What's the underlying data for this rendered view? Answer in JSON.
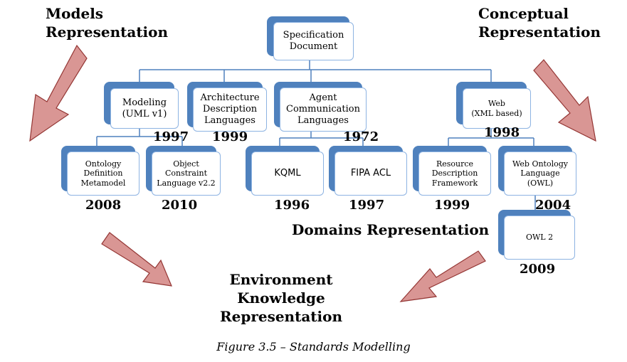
{
  "headings": {
    "models": [
      "Models",
      "Representation"
    ],
    "conceptual": [
      "Conceptual",
      "Representation"
    ],
    "domains": "Domains Representation",
    "environment": [
      "Environment",
      "Knowledge",
      "Representation"
    ]
  },
  "nodes": {
    "spec": [
      "Specification",
      "Document"
    ],
    "modeling": [
      "Modeling",
      "(UML v1)"
    ],
    "adl": [
      "Architecture",
      "Description",
      "Languages"
    ],
    "acl": [
      "Agent",
      "Communication",
      "Languages"
    ],
    "web": [
      "Web",
      "(XML based)"
    ],
    "odm": [
      "Ontology",
      "Definition",
      "Metamodel"
    ],
    "ocl": [
      "Object",
      "Constraint",
      "Language v2.2"
    ],
    "kqml": [
      "KQML"
    ],
    "fipa": [
      "FIPA ACL"
    ],
    "rdf": [
      "Resource",
      "Description",
      "Framework"
    ],
    "owl": [
      "Web Ontology",
      "Language",
      "(OWL)"
    ],
    "owl2": [
      "OWL 2"
    ]
  },
  "years": {
    "modeling": "1997",
    "adl": "1999",
    "acl": "1972",
    "web": "1998",
    "odm": "2008",
    "ocl": "2010",
    "kqml": "1996",
    "fipa": "1997",
    "rdf": "1999",
    "owl": "2004",
    "owl2": "2009"
  },
  "caption": "Figure 3.5 – Standards Modelling",
  "colors": {
    "box_shadow": "#4f81bd",
    "box_border": "#8db3e2",
    "connector": "#4f81bd",
    "arrow_fill": "#d99694",
    "arrow_stroke": "#943634"
  }
}
